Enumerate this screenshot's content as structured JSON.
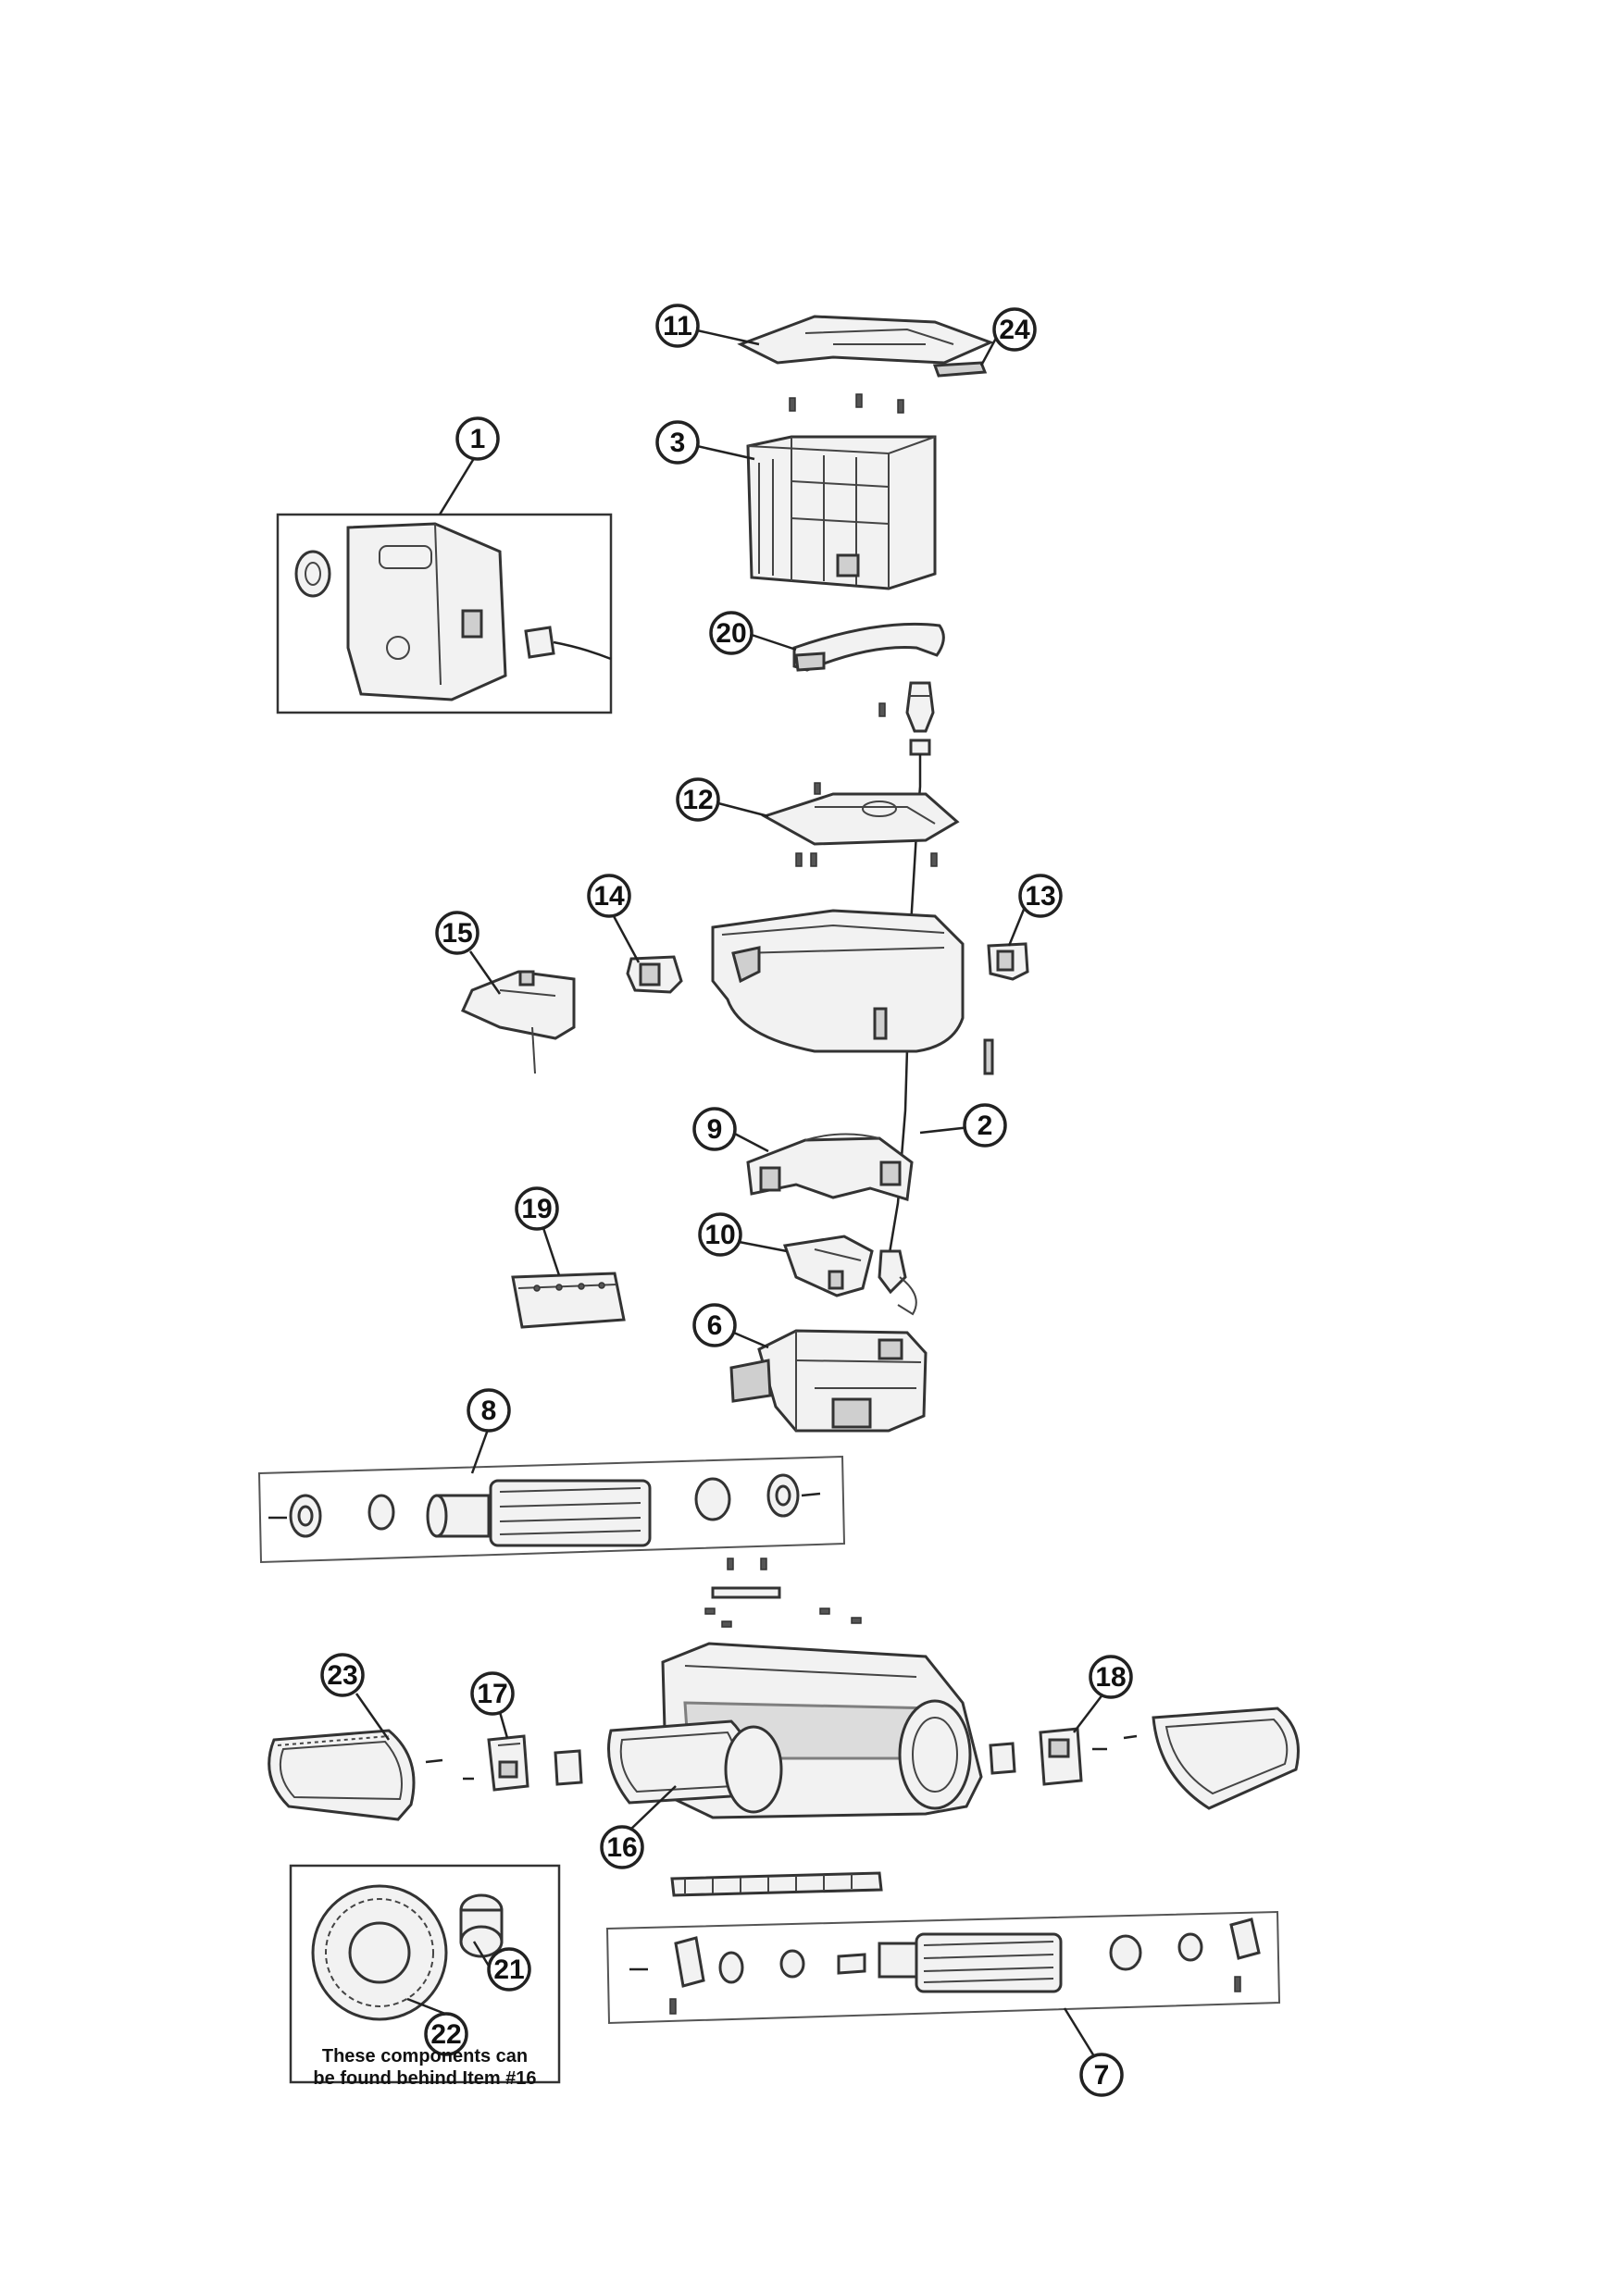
{
  "callouts": {
    "c1": "1",
    "c2": "2",
    "c3": "3",
    "c6": "6",
    "c7": "7",
    "c8": "8",
    "c9": "9",
    "c10": "10",
    "c11": "11",
    "c12": "12",
    "c13": "13",
    "c14": "14",
    "c15": "15",
    "c16": "16",
    "c17": "17",
    "c18": "18",
    "c19": "19",
    "c20": "20",
    "c21": "21",
    "c22": "22",
    "c23": "23",
    "c24": "24"
  },
  "note": {
    "line1": "These components can",
    "line2": "be found behind Item #16"
  }
}
